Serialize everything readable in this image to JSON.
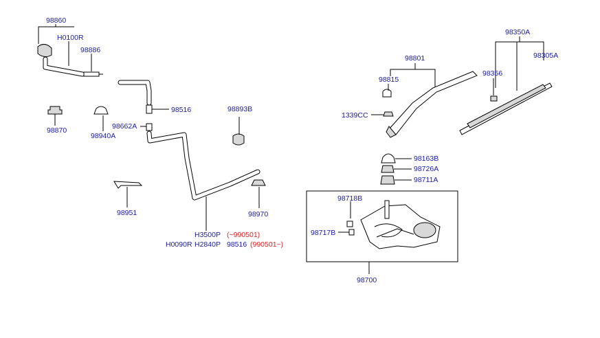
{
  "labels": {
    "p98860": "98860",
    "h0100r": "H0100R",
    "p98886": "98886",
    "p98870": "98870",
    "p98940a": "98940A",
    "p98516_top": "98516",
    "p98662a": "98662A",
    "p98893b": "98893B",
    "p98951": "98951",
    "p98970": "98970",
    "h3500p": "H3500P",
    "range_until": "(~990501)",
    "h0090r": "H0090R",
    "h2840p": "H2840P",
    "p98516_bottom": "98516",
    "range_from": "(990501~)",
    "p98801": "98801",
    "p98815": "98815",
    "p1339cc": "1339CC",
    "p98356": "98356",
    "p98350a": "98350A",
    "p98305a": "98305A",
    "p98163b": "98163B",
    "p98726a": "98726A",
    "p98711a": "98711A",
    "p98718b": "98718B",
    "p98717b": "98717B",
    "p98700": "98700"
  },
  "colors": {
    "label": "#1a1aa6",
    "date_range": "#e02020",
    "line": "#000000"
  }
}
